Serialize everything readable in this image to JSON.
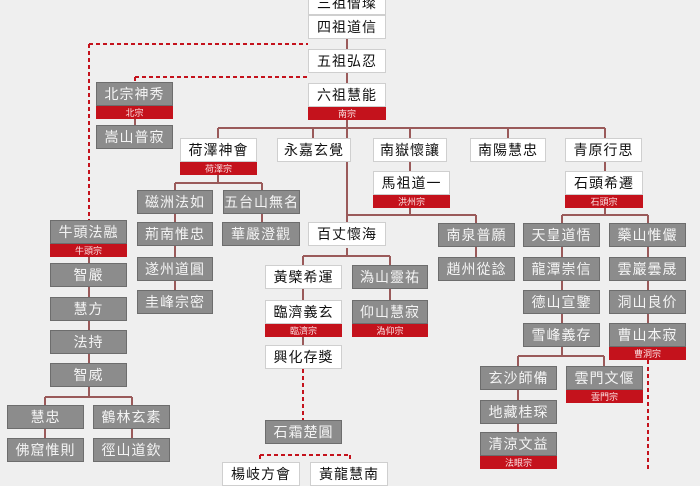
{
  "colors": {
    "accent_red": "#c4121c",
    "gray_box": "#8c8c8c",
    "line": "#9a5a5a",
    "background": "#efefef"
  },
  "nodes": [
    {
      "label": "三祖僧璨",
      "style": "white"
    },
    {
      "label": "四祖道信",
      "style": "white"
    },
    {
      "label": "五祖弘忍",
      "style": "white"
    },
    {
      "label": "六祖慧能",
      "school": "南宗",
      "style": "white"
    },
    {
      "label": "北宗神秀",
      "school": "北宗",
      "style": "gray"
    },
    {
      "label": "嵩山普寂",
      "style": "gray"
    },
    {
      "label": "荷澤神會",
      "school": "荷澤宗",
      "style": "white"
    },
    {
      "label": "永嘉玄覺",
      "style": "white"
    },
    {
      "label": "南嶽懷讓",
      "style": "white"
    },
    {
      "label": "南陽慧忠",
      "style": "white"
    },
    {
      "label": "青原行思",
      "style": "white"
    },
    {
      "label": "馬祖道一",
      "school": "洪州宗",
      "style": "white"
    },
    {
      "label": "石頭希遷",
      "school": "石頭宗",
      "style": "white"
    },
    {
      "label": "磁洲法如",
      "style": "gray"
    },
    {
      "label": "五台山無名",
      "style": "gray"
    },
    {
      "label": "牛頭法融",
      "school": "牛頭宗",
      "style": "gray"
    },
    {
      "label": "荊南惟忠",
      "style": "gray"
    },
    {
      "label": "華嚴澄觀",
      "style": "gray"
    },
    {
      "label": "百丈懷海",
      "style": "white"
    },
    {
      "label": "南泉普願",
      "style": "gray"
    },
    {
      "label": "天皇道悟",
      "style": "gray"
    },
    {
      "label": "藥山惟儼",
      "style": "gray"
    },
    {
      "label": "趙州從諗",
      "style": "gray"
    },
    {
      "label": "龍潭崇信",
      "style": "gray"
    },
    {
      "label": "雲巖曇晟",
      "style": "gray"
    },
    {
      "label": "遂州道圓",
      "style": "gray"
    },
    {
      "label": "圭峰宗密",
      "style": "gray"
    },
    {
      "label": "智嚴",
      "style": "gray"
    },
    {
      "label": "慧方",
      "style": "gray"
    },
    {
      "label": "法持",
      "style": "gray"
    },
    {
      "label": "智威",
      "style": "gray"
    },
    {
      "label": "黃檗希運",
      "style": "white"
    },
    {
      "label": "溈山靈祐",
      "style": "gray"
    },
    {
      "label": "臨濟義玄",
      "school": "臨濟宗",
      "style": "white"
    },
    {
      "label": "仰山慧寂",
      "school": "溈仰宗",
      "style": "gray"
    },
    {
      "label": "興化存獎",
      "style": "white"
    },
    {
      "label": "德山宣鑒",
      "style": "gray"
    },
    {
      "label": "洞山良价",
      "style": "gray"
    },
    {
      "label": "雪峰義存",
      "style": "gray"
    },
    {
      "label": "曹山本寂",
      "school": "曹洞宗",
      "style": "gray"
    },
    {
      "label": "玄沙師備",
      "style": "gray"
    },
    {
      "label": "雲門文偃",
      "school": "雲門宗",
      "style": "gray"
    },
    {
      "label": "地藏桂琛",
      "style": "gray"
    },
    {
      "label": "清涼文益",
      "school": "法眼宗",
      "style": "gray"
    },
    {
      "label": "慧忠",
      "style": "gray"
    },
    {
      "label": "鶴林玄素",
      "style": "gray"
    },
    {
      "label": "佛窟惟則",
      "style": "gray"
    },
    {
      "label": "徑山道欽",
      "style": "gray"
    },
    {
      "label": "石霜楚圓",
      "style": "gray"
    },
    {
      "label": "楊岐方會",
      "style": "white"
    },
    {
      "label": "黃龍慧南",
      "style": "white"
    }
  ]
}
